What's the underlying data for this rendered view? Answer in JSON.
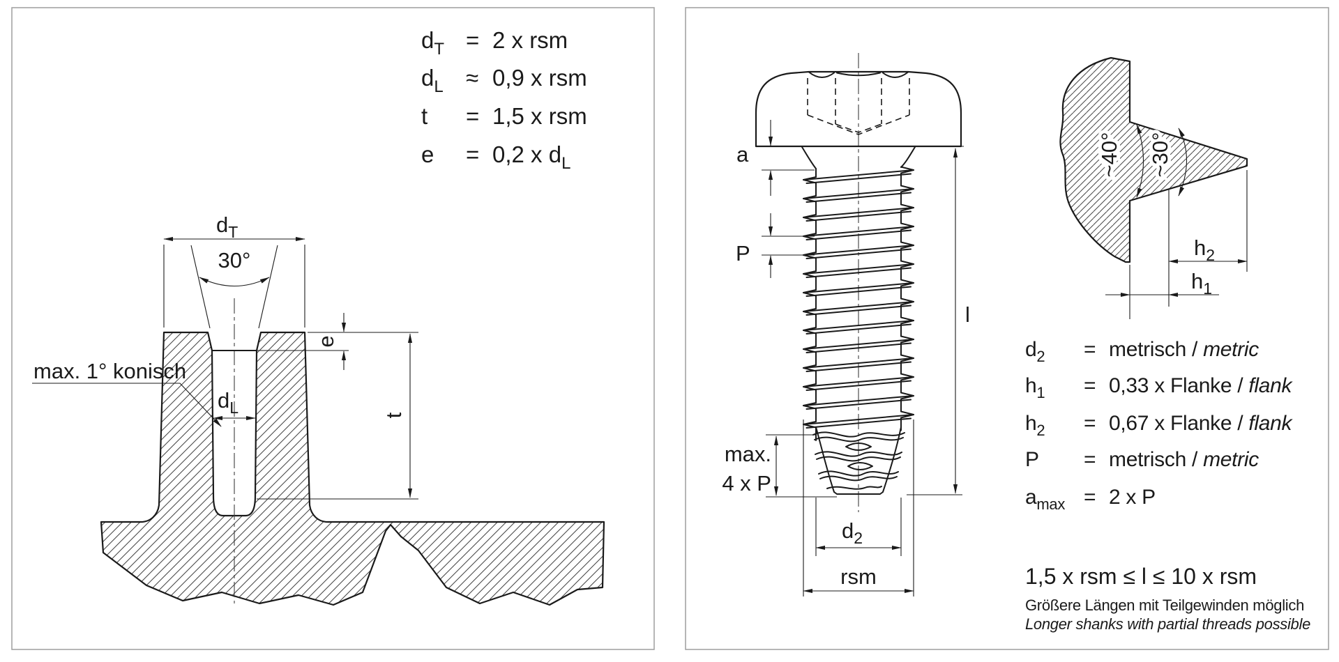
{
  "left": {
    "formulas": [
      {
        "base": "d",
        "sub": "T",
        "eq": "=",
        "value": "2 x rsm",
        "value_sub": ""
      },
      {
        "base": "d",
        "sub": "L",
        "eq": "≈",
        "value": "0,9 x rsm",
        "value_sub": ""
      },
      {
        "base": "t",
        "sub": "",
        "eq": "=",
        "value": "1,5 x rsm",
        "value_sub": ""
      },
      {
        "base": "e",
        "sub": "",
        "eq": "=",
        "value": "0,2 x d",
        "value_sub": "L"
      }
    ],
    "dims": {
      "dt_base": "d",
      "dt_sub": "T",
      "angle": "30°",
      "e": "e",
      "dl_base": "d",
      "dl_sub": "L",
      "t": "t",
      "leader": "max. 1° konisch"
    }
  },
  "right": {
    "dims": {
      "a": "a",
      "p": "P",
      "l": "l",
      "max1": "max.",
      "max2": "4 x P",
      "d2_base": "d",
      "d2_sub": "2",
      "rsm": "rsm"
    },
    "profile": {
      "angle40": "~40°",
      "angle30": "~30°",
      "h2_base": "h",
      "h2_sub": "2",
      "h1_base": "h",
      "h1_sub": "1"
    },
    "formulas": [
      {
        "base": "d",
        "sub": "2",
        "eq": "=",
        "value": "metrisch / ",
        "italic": "metric"
      },
      {
        "base": "h",
        "sub": "1",
        "eq": "=",
        "value": "0,33 x Flanke / ",
        "italic": "flank"
      },
      {
        "base": "h",
        "sub": "2",
        "eq": "=",
        "value": "0,67 x Flanke / ",
        "italic": "flank"
      },
      {
        "base": "P",
        "sub": "",
        "eq": "=",
        "value": "metrisch / ",
        "italic": "metric"
      },
      {
        "base": "a",
        "sub": "max",
        "eq": "=",
        "value": "2 x P",
        "italic": ""
      }
    ],
    "condition": "1,5 x rsm ≤ l ≤ 10 x rsm",
    "note_de": "Größere Längen mit Teilgewinden möglich",
    "note_en": "Longer shanks with partial threads possible"
  },
  "colors": {
    "line": "#1a1a1a",
    "border": "#9e9e9e",
    "bg": "#ffffff"
  }
}
